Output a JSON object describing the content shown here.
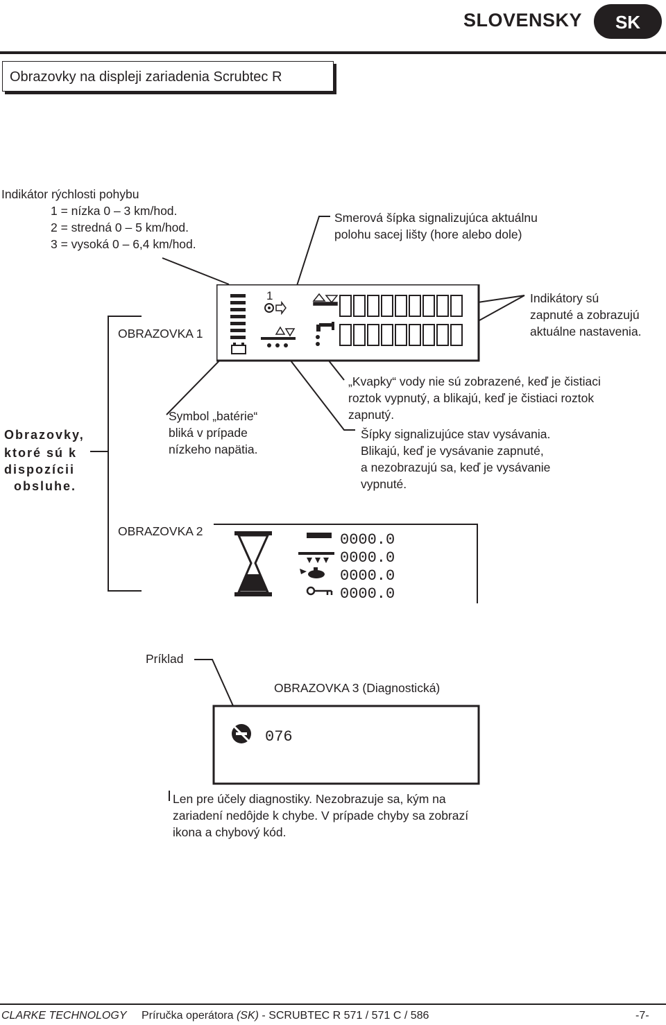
{
  "header": {
    "language": "SLOVENSKY",
    "badge": "SK"
  },
  "section_title": "Obrazovky na displeji zariadenia Scrubtec R",
  "speed_indicator": {
    "title": "Indikátor rýchlosti pohybu",
    "lines": [
      "1 = nízka 0 – 3 km/hod.",
      "2 = stredná 0 – 5 km/hod.",
      "3 = vysoká 0 – 6,4 km/hod."
    ]
  },
  "arrow_note": [
    "Smerová šípka signalizujúca aktuálnu",
    "polohu sacej lišty (hore alebo dole)"
  ],
  "indicators_note": [
    "Indikátory sú",
    "zapnuté a zobrazujú",
    "aktuálne nastavenia."
  ],
  "screen1": {
    "label": "OBRAZOVKA 1",
    "speed_digit": "1"
  },
  "side_note": [
    "Obrazovky,",
    "ktoré sú k",
    "dispozícii",
    "obsluhe."
  ],
  "battery_note": [
    "Symbol „batérie“",
    "bliká v prípade",
    "nízkeho napätia."
  ],
  "drops_note": [
    "„Kvapky“ vody nie sú zobrazené, keď je čistiaci",
    "roztok vypnutý, a blikajú, keď je čistiaci roztok",
    "zapnutý."
  ],
  "vacuum_note": [
    "Šípky signalizujúce stav vysávania.",
    "Blikajú, keď je vysávanie zapnuté,",
    "a nezobrazujú sa, keď je vysávanie",
    "vypnuté."
  ],
  "screen2": {
    "label": "OBRAZOVKA 2",
    "counters": [
      "0000.0",
      "0000.0",
      "0000.0",
      "0000.0"
    ]
  },
  "example_label": "Príklad",
  "screen3": {
    "label": "OBRAZOVKA 3 (Diagnostická)",
    "error_code": "076"
  },
  "diagnostic_note": [
    "Len pre účely diagnostiky. Nezobrazuje sa, kým na",
    "zariadení nedôjde k chybe. V prípade chyby sa zobrazí",
    "ikona a chybový kód."
  ],
  "footer": {
    "company": "CLARKE TECHNOLOGY",
    "manual": "Príručka operátora",
    "lang": "(SK)",
    "model": "- SCRUBTEC R 571 / 571 C / 586",
    "page": "-7-"
  }
}
